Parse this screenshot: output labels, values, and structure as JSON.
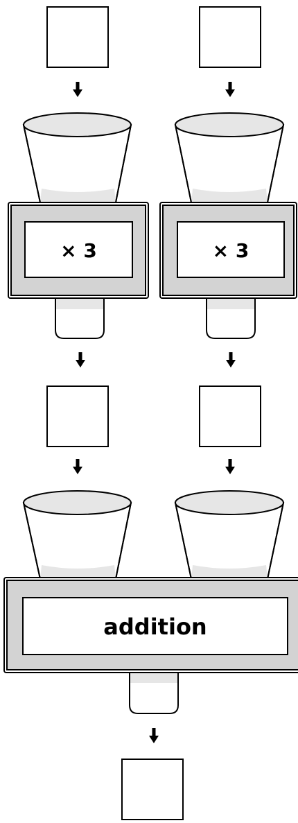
{
  "machines": [
    {
      "id": "left-times-three",
      "label": "× 3"
    },
    {
      "id": "right-times-three",
      "label": "× 3"
    },
    {
      "id": "addition-machine",
      "label": "addition"
    }
  ],
  "colors": {
    "stroke": "#000000",
    "frame_fill": "#d3d3d3",
    "funnel_shade": "#e6e6e6",
    "background": "#ffffff"
  }
}
